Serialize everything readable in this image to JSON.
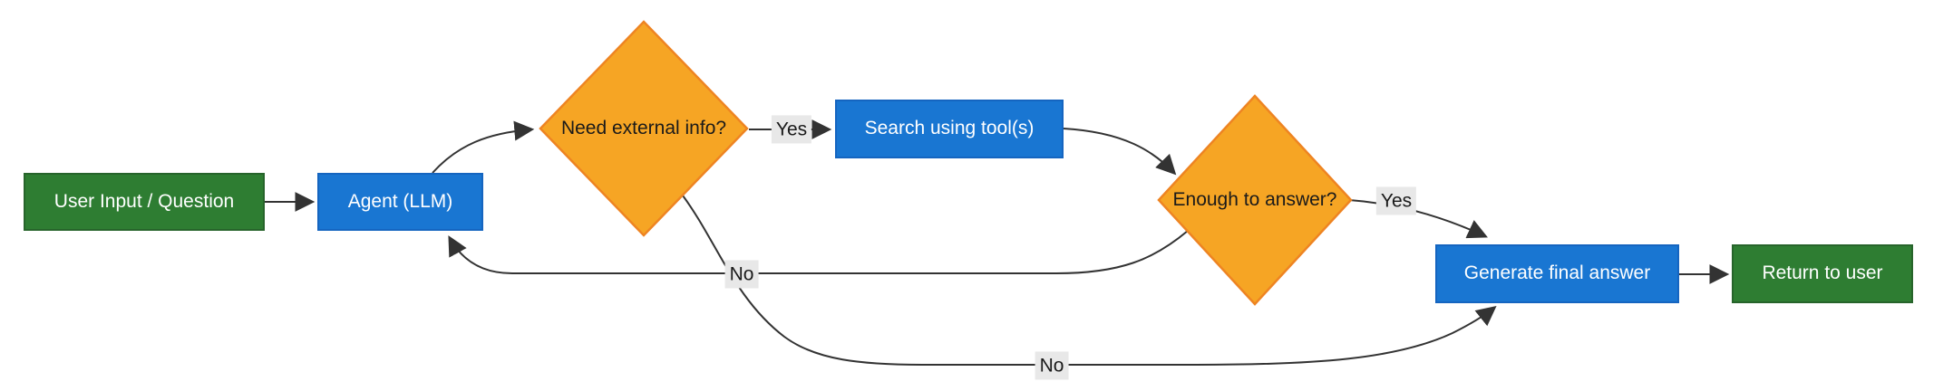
{
  "diagram": {
    "type": "flowchart",
    "direction": "left-to-right",
    "nodes": {
      "user_input": {
        "label": "User Input / Question",
        "shape": "rect",
        "color": "green"
      },
      "agent": {
        "label": "Agent (LLM)",
        "shape": "rect",
        "color": "blue"
      },
      "need_info": {
        "label": "Need external info?",
        "shape": "diamond",
        "color": "orange"
      },
      "search": {
        "label": "Search using tool(s)",
        "shape": "rect",
        "color": "blue"
      },
      "enough": {
        "label": "Enough to answer?",
        "shape": "diamond",
        "color": "orange"
      },
      "generate": {
        "label": "Generate final answer",
        "shape": "rect",
        "color": "blue"
      },
      "return_user": {
        "label": "Return to user",
        "shape": "rect",
        "color": "green"
      }
    },
    "edges": [
      {
        "from": "user_input",
        "to": "agent",
        "label": ""
      },
      {
        "from": "agent",
        "to": "need_info",
        "label": ""
      },
      {
        "from": "need_info",
        "to": "search",
        "label": "Yes"
      },
      {
        "from": "search",
        "to": "enough",
        "label": ""
      },
      {
        "from": "enough",
        "to": "generate",
        "label": "Yes"
      },
      {
        "from": "enough",
        "to": "agent",
        "label": "No"
      },
      {
        "from": "need_info",
        "to": "generate",
        "label": "No"
      },
      {
        "from": "generate",
        "to": "return_user",
        "label": ""
      }
    ],
    "edge_labels": {
      "need_info_yes": "Yes",
      "enough_yes": "Yes",
      "enough_no": "No",
      "need_info_no": "No"
    },
    "colors": {
      "green_fill": "#2E7D32",
      "green_border": "#27642B",
      "blue_fill": "#1976D2",
      "blue_border": "#1565C0",
      "orange_fill": "#F6A524",
      "orange_border": "#EE8422",
      "edge_line": "#333333",
      "edge_label_bg": "#E8E8E8",
      "node_text_light": "#FFFFFF",
      "node_text_dark": "#1A1A1A",
      "background": "#FFFFFF"
    }
  }
}
